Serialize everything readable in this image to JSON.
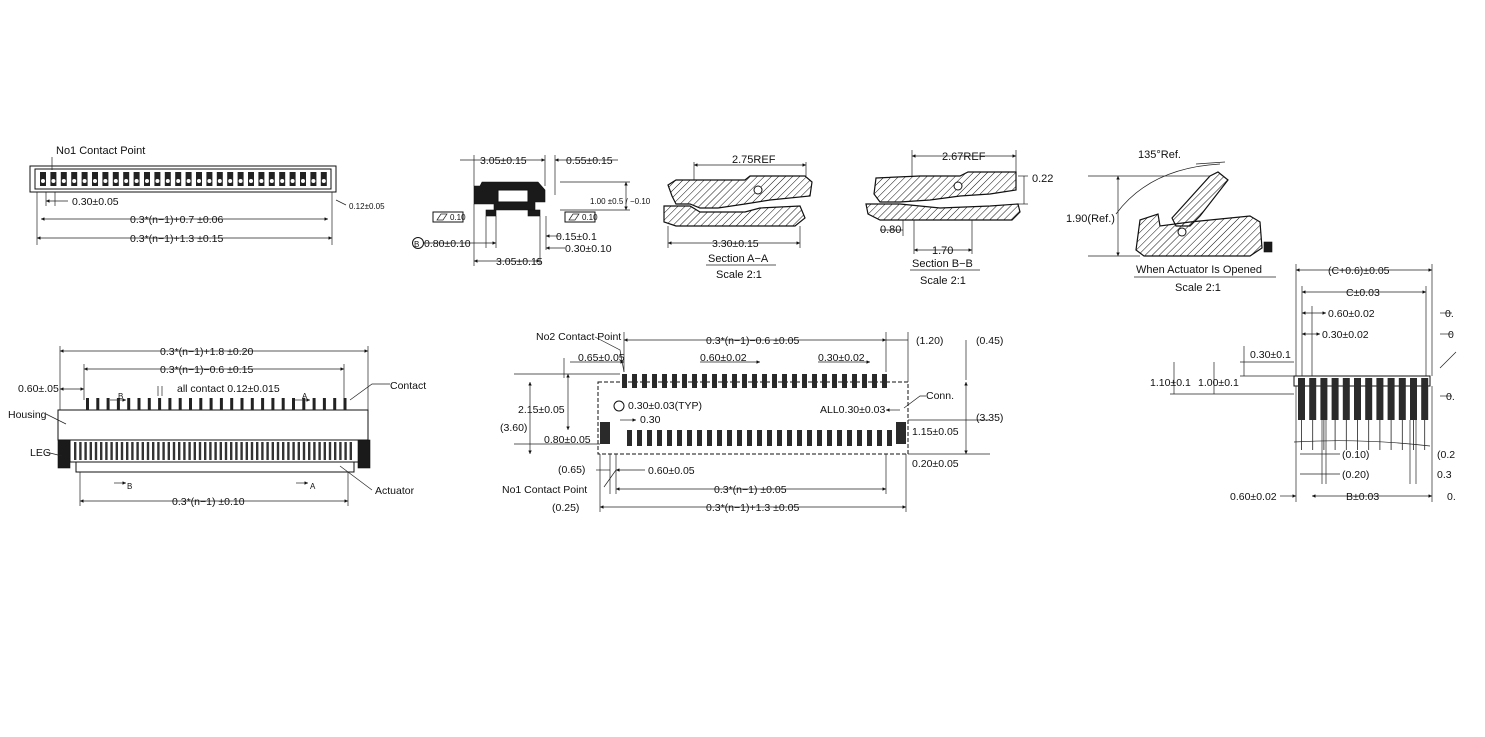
{
  "drawing_title": "",
  "top_view": {
    "no1_contact_point": "No1 Contact Point",
    "pitch": "0.30±0.05",
    "body_width": "0.3*(n−1)+0.7  ±0.06",
    "overall_width": "0.3*(n−1)+1.3  ±0.15",
    "thickness": "0.12±0.05"
  },
  "side_view": {
    "dim_305_top": "3.05±0.15",
    "dim_055": "0.55±0.15",
    "height": "1.00 ±0.5 / −0.10",
    "flatness_left": "0.10",
    "flatness_right": "0.10",
    "datum_b": "B",
    "dim_080": "0.80±0.10",
    "dim_015": "0.15±0.1",
    "dim_030": "0.30±0.10",
    "dim_305_bottom": "3.05±0.15"
  },
  "section_aa": {
    "ref_dim": "2.75REF",
    "base_dim": "3.30±0.15",
    "title": "Section A−A",
    "scale": "Scale 2:1"
  },
  "section_bb": {
    "ref_dim": "2.67REF",
    "dim_022": "0.22",
    "dim_080": "0.80",
    "dim_170": "1.70",
    "title": "Section B−B",
    "scale": "Scale 2:1"
  },
  "opened_view": {
    "angle": "135°Ref.",
    "height": "1.90(Ref.)",
    "title": "When Actuator Is Opened",
    "scale": "Scale 2:1"
  },
  "front_view": {
    "overall": "0.3*(n−1)+1.8  ±0.20",
    "inner": "0.3*(n−1)−0.6  ±0.15",
    "dim_060": "0.60±.05",
    "all_contact": "all contact  0.12±0.015",
    "label_b_top": "B",
    "label_a_top": "A",
    "contact": "Contact",
    "housing": "Housing",
    "leg": "LEG",
    "actuator": "Actuator",
    "label_b_bottom": "B",
    "label_a_bottom": "A",
    "pitch_total": "0.3*(n−1)  ±0.10"
  },
  "footprint": {
    "no2_contact_point": "No2 Contact Point",
    "top_span": "0.3*(n−1)−0.6  ±0.05",
    "dim_120": "(1.20)",
    "dim_045": "(0.45)",
    "dim_065_top": "0.65±0.05",
    "dim_060_top": "0.60±0.02",
    "dim_030_top": "0.30±0.02",
    "dim_215": "2.15±0.05",
    "pad_spec": "0.30±0.03(TYP)",
    "dim_030_mid": "0.30",
    "all_030": "ALL0.30±0.03",
    "conn": "Conn.",
    "dim_360": "(3.60)",
    "dim_080": "0.80±0.05",
    "dim_115": "1.15±0.05",
    "dim_335": "(3.35)",
    "dim_020": "0.20±0.05",
    "dim_065_bottom": "(0.65)",
    "dim_060_bottom": "0.60±0.05",
    "no1_contact_point": "No1 Contact Point",
    "pitch_span": "0.3*(n−1)  ±0.05",
    "dim_025": "(0.25)",
    "overall": "0.3*(n−1)+1.3  ±0.05"
  },
  "right_view": {
    "dim_c06": "(C+0.6)±0.05",
    "dim_c": "C±0.03",
    "dim_060": "0.60±0.02",
    "dim_030": "0.30±0.02",
    "dim_030_side": "0.30±0.1",
    "dim_110": "1.10±0.1",
    "dim_100": "1.00±0.1",
    "dim_010": "(0.10)",
    "dim_020": "(0.20)",
    "dim_060_bottom": "0.60±0.02",
    "dim_b": "B±0.03",
    "cut_1": "0.",
    "cut_2": "0",
    "cut_3": "0.",
    "cut_4": "(0.2",
    "cut_5": "0.3",
    "cut_6": "0."
  }
}
